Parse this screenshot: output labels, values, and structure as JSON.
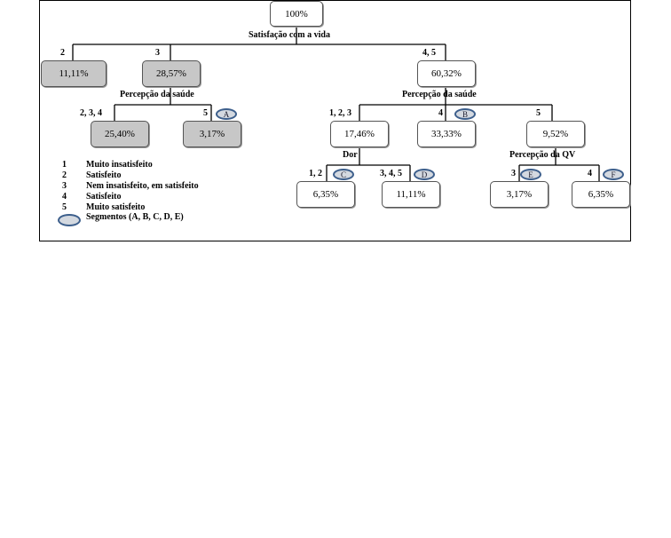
{
  "root": {
    "value": "100%"
  },
  "level1": {
    "label": "Satisfação com a vida",
    "branches": [
      {
        "key": "2",
        "value": "11,11%"
      },
      {
        "key": "3",
        "value": "28,57%"
      },
      {
        "key": "4, 5",
        "value": "60,32%"
      }
    ]
  },
  "left_split": {
    "label": "Percepção da saúde",
    "branches": [
      {
        "key": "2, 3, 4",
        "value": "25,40%"
      },
      {
        "key": "5",
        "value": "3,17%",
        "segment": "A"
      }
    ]
  },
  "right_split": {
    "label": "Percepção da saúde",
    "branches": [
      {
        "key": "1, 2, 3",
        "value": "17,46%"
      },
      {
        "key": "4",
        "value": "33,33%",
        "segment": "B"
      },
      {
        "key": "5",
        "value": "9,52%"
      }
    ]
  },
  "dor_split": {
    "label": "Dor",
    "branches": [
      {
        "key": "1, 2",
        "value": "6,35%",
        "segment": "C"
      },
      {
        "key": "3, 4, 5",
        "value": "11,11%",
        "segment": "D"
      }
    ]
  },
  "qv_split": {
    "label": "Percepção da QV",
    "branches": [
      {
        "key": "3",
        "value": "3,17%",
        "segment": "E"
      },
      {
        "key": "4",
        "value": "6,35%",
        "segment": "F"
      }
    ]
  },
  "legend": {
    "items": [
      {
        "num": "1",
        "text": "Muito insatisfeito"
      },
      {
        "num": "2",
        "text": "Satisfeito"
      },
      {
        "num": "3",
        "text": "Nem insatisfeito, em satisfeito"
      },
      {
        "num": "4",
        "text": "Satisfeito"
      },
      {
        "num": "5",
        "text": "Muito satisfeito"
      }
    ],
    "segments_text": "Segmentos (A, B, C, D, E)"
  }
}
